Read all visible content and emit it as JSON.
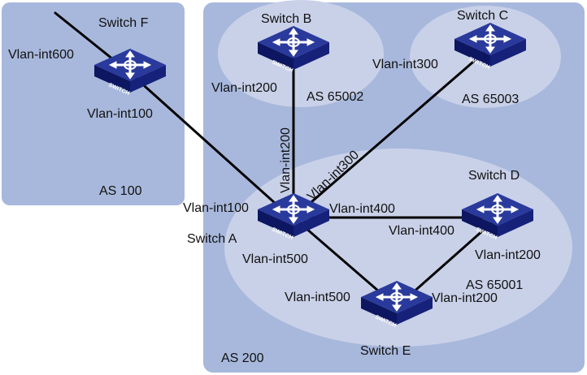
{
  "colors": {
    "as_region": "#a8b8dc",
    "as_inner": "#c9d1e8",
    "link": "#000000",
    "switch_top": "#2a3a9c",
    "switch_side": "#16217a",
    "switch_front": "#0d1660"
  },
  "switches": {
    "f": {
      "name": "Switch F",
      "icon": "switch-icon",
      "badge": "SWITCH"
    },
    "b": {
      "name": "Switch B",
      "icon": "switch-icon",
      "badge": "SWITCH"
    },
    "c": {
      "name": "Switch C",
      "icon": "switch-icon",
      "badge": "SWITCH"
    },
    "a": {
      "name": "Switch A",
      "icon": "switch-icon",
      "badge": "SWITCH"
    },
    "d": {
      "name": "Switch D",
      "icon": "switch-icon",
      "badge": "SWITCH"
    },
    "e": {
      "name": "Switch E",
      "icon": "switch-icon",
      "badge": "SWITCH"
    }
  },
  "as_labels": {
    "as100": "AS 100",
    "as200": "AS 200",
    "as65002": "AS 65002",
    "as65003": "AS 65003",
    "as65001": "AS 65001"
  },
  "interfaces": {
    "f_uplink": "Vlan-int600",
    "f_to_a": "Vlan-int100",
    "b_local": "Vlan-int200",
    "a_to_b": "Vlan-int200",
    "c_local": "Vlan-int300",
    "a_to_c": "Vlan-int300",
    "a_to_f": "Vlan-int100",
    "a_to_d": "Vlan-int400",
    "d_to_a": "Vlan-int400",
    "a_to_e": "Vlan-int500",
    "d_to_e": "Vlan-int200",
    "e_to_a": "Vlan-int500",
    "e_to_d": "Vlan-int200"
  }
}
